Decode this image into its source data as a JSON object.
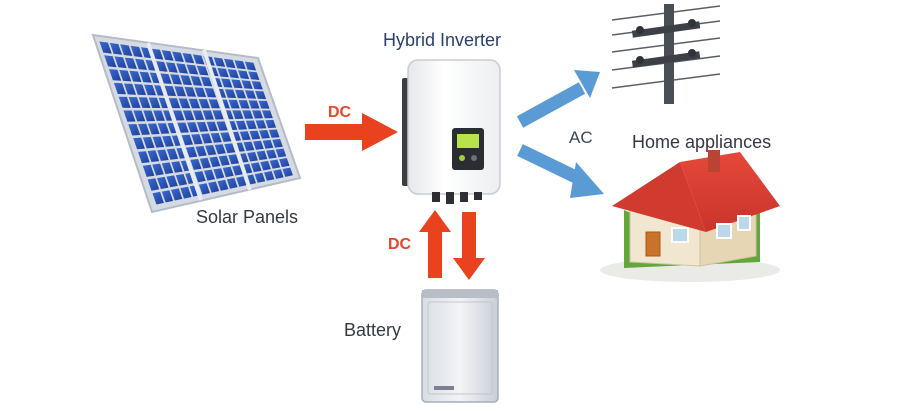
{
  "diagram": {
    "nodes": {
      "inverter": {
        "label": "Hybrid Inverter",
        "icon": "hybrid-inverter-icon"
      },
      "solar": {
        "label": "Solar Panels",
        "icon": "solar-panels-icon"
      },
      "battery": {
        "label": "Battery",
        "icon": "battery-icon"
      },
      "grid": {
        "label": "",
        "icon": "power-pole-icon"
      },
      "home": {
        "label": "Home appliances",
        "icon": "house-icon"
      }
    },
    "flows": {
      "solar_to_inverter": "DC",
      "inverter_battery": "DC",
      "inverter_to_outputs": "AC"
    },
    "colors": {
      "dc_arrow": "#e8431e",
      "ac_arrow": "#5b9bd5",
      "label_text": "#333a44",
      "title_text": "#2b3f6e",
      "dc_text": "#e0492a"
    }
  }
}
